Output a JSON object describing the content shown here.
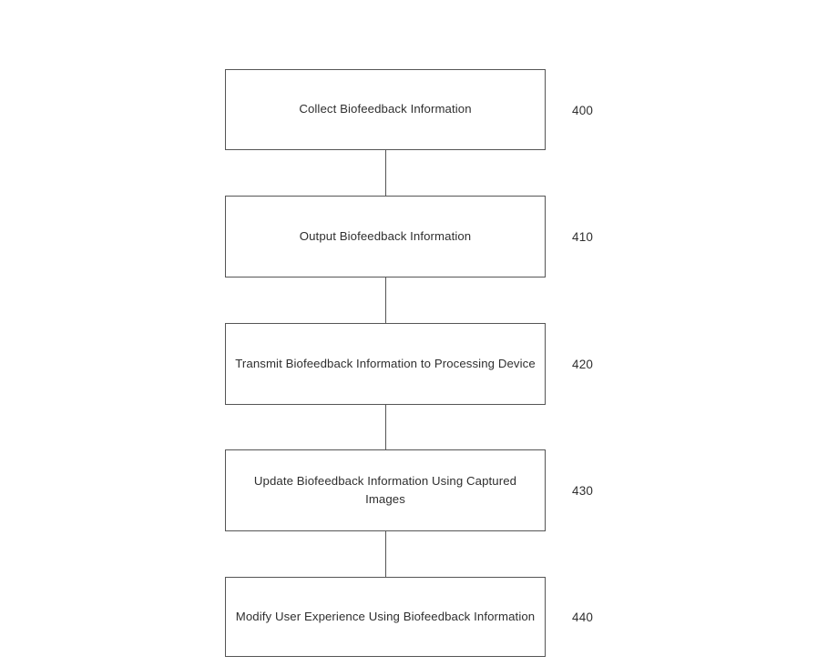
{
  "figure": {
    "type": "flowchart",
    "orientation": "vertical",
    "background_color": "#ffffff",
    "border_color": "#555555",
    "text_color": "#2f2f2f",
    "steps": [
      {
        "id": "step-400",
        "ref": "400",
        "label": "Collect Biofeedback Information",
        "lines": 1
      },
      {
        "id": "step-410",
        "ref": "410",
        "label": "Output Biofeedback Information",
        "lines": 1
      },
      {
        "id": "step-420",
        "ref": "420",
        "label": "Transmit Biofeedback Information to Processing Device",
        "lines": 2
      },
      {
        "id": "step-430",
        "ref": "430",
        "label": "Update Biofeedback Information Using Captured Images",
        "lines": 2
      },
      {
        "id": "step-440",
        "ref": "440",
        "label": "Modify User Experience Using Biofeedback Information",
        "lines": 2
      }
    ],
    "connectors": [
      {
        "from": "step-400",
        "to": "step-410"
      },
      {
        "from": "step-410",
        "to": "step-420"
      },
      {
        "from": "step-420",
        "to": "step-430"
      },
      {
        "from": "step-430",
        "to": "step-440"
      }
    ]
  }
}
